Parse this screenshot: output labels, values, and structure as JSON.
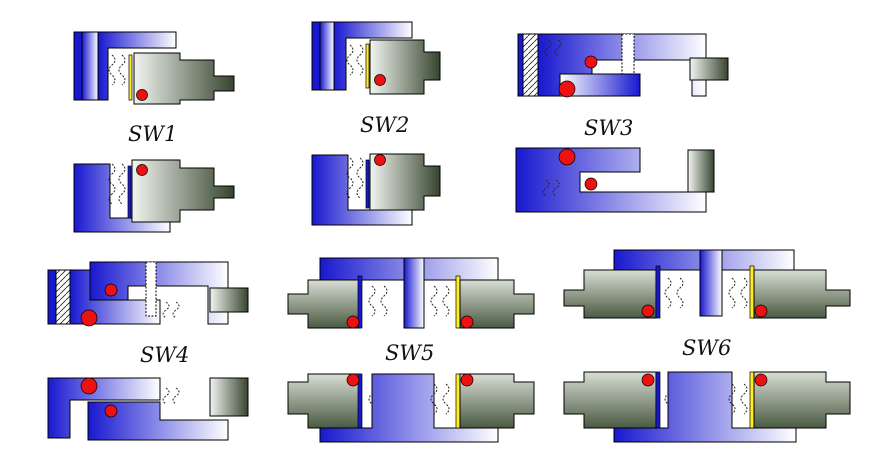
{
  "labels": {
    "sw1": "SW1",
    "sw2": "SW2",
    "sw3": "SW3",
    "sw4": "SW4",
    "sw5": "SW5",
    "sw6": "SW6"
  },
  "colors": {
    "blue_dark": "#1818d0",
    "blue_light": "#ffffff",
    "green_dark": "#36452f",
    "green_light": "#f2f5f0",
    "oring": "#ee1111",
    "backup_ring": "#ffee22",
    "seal_stripe": "#2020c8",
    "outline": "#000000"
  }
}
